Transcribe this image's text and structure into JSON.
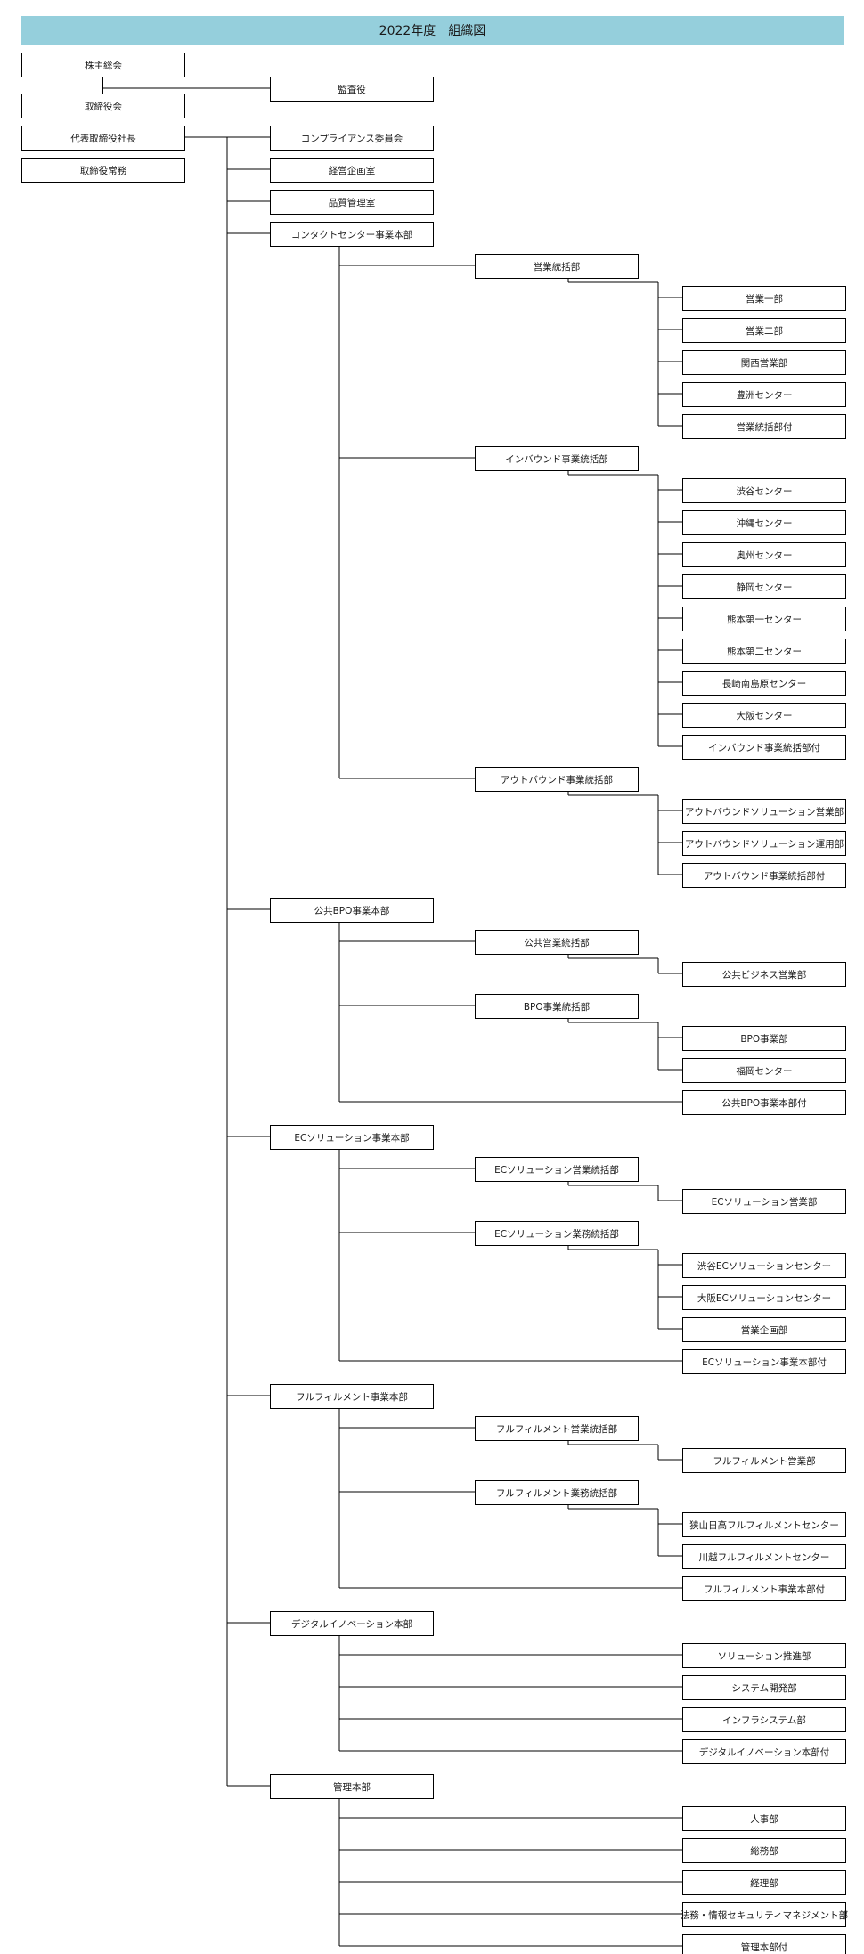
{
  "title": "2022年度　組織図",
  "org": {
    "shareholders": "株主総会",
    "board": "取締役会",
    "ceo": "代表取締役社長",
    "managing": "取締役常務",
    "auditor": "監査役",
    "ceo_children": [
      {
        "label": "コンプライアンス委員会",
        "children": []
      },
      {
        "label": "経営企画室",
        "children": []
      },
      {
        "label": "品質管理室",
        "children": []
      },
      {
        "label": "コンタクトセンター事業本部",
        "children": [
          {
            "label": "営業統括部",
            "children": [
              "営業一部",
              "営業二部",
              "関西営業部",
              "豊洲センター",
              "営業統括部付"
            ]
          },
          {
            "label": "インバウンド事業統括部",
            "children": [
              "渋谷センター",
              "沖縄センター",
              "奥州センター",
              "静岡センター",
              "熊本第一センター",
              "熊本第二センター",
              "長崎南島原センター",
              "大阪センター",
              "インバウンド事業統括部付"
            ]
          },
          {
            "label": "アウトバウンド事業統括部",
            "children": [
              "アウトバウンドソリューション営業部",
              "アウトバウンドソリューション運用部",
              "アウトバウンド事業統括部付"
            ]
          }
        ]
      },
      {
        "label": "公共BPO事業本部",
        "children": [
          {
            "label": "公共営業統括部",
            "children": [
              "公共ビジネス営業部"
            ]
          },
          {
            "label": "BPO事業統括部",
            "children": [
              "BPO事業部",
              "福岡センター"
            ]
          },
          {
            "label": "公共BPO事業本部付",
            "children": null
          }
        ]
      },
      {
        "label": "ECソリューション事業本部",
        "children": [
          {
            "label": "ECソリューション営業統括部",
            "children": [
              "ECソリューション営業部"
            ]
          },
          {
            "label": "ECソリューション業務統括部",
            "children": [
              "渋谷ECソリューションセンター",
              "大阪ECソリューションセンター",
              "営業企画部"
            ]
          },
          {
            "label": "ECソリューション事業本部付",
            "children": null
          }
        ]
      },
      {
        "label": "フルフィルメント事業本部",
        "children": [
          {
            "label": "フルフィルメント営業統括部",
            "children": [
              "フルフィルメント営業部"
            ]
          },
          {
            "label": "フルフィルメント業務統括部",
            "children": [
              "狭山日高フルフィルメントセンター",
              "川越フルフィルメントセンター"
            ]
          },
          {
            "label": "フルフィルメント事業本部付",
            "children": null
          }
        ]
      },
      {
        "label": "デジタルイノベーション本部",
        "children": [
          {
            "label": "ソリューション推進部",
            "children": null
          },
          {
            "label": "システム開発部",
            "children": null
          },
          {
            "label": "インフラシステム部",
            "children": null
          },
          {
            "label": "デジタルイノベーション本部付",
            "children": null
          }
        ]
      },
      {
        "label": "管理本部",
        "children": [
          {
            "label": "人事部",
            "children": null
          },
          {
            "label": "総務部",
            "children": null
          },
          {
            "label": "経理部",
            "children": null
          },
          {
            "label": "法務・情報セキュリティマネジメント部",
            "children": null
          },
          {
            "label": "管理本部付",
            "children": null
          }
        ]
      }
    ]
  }
}
